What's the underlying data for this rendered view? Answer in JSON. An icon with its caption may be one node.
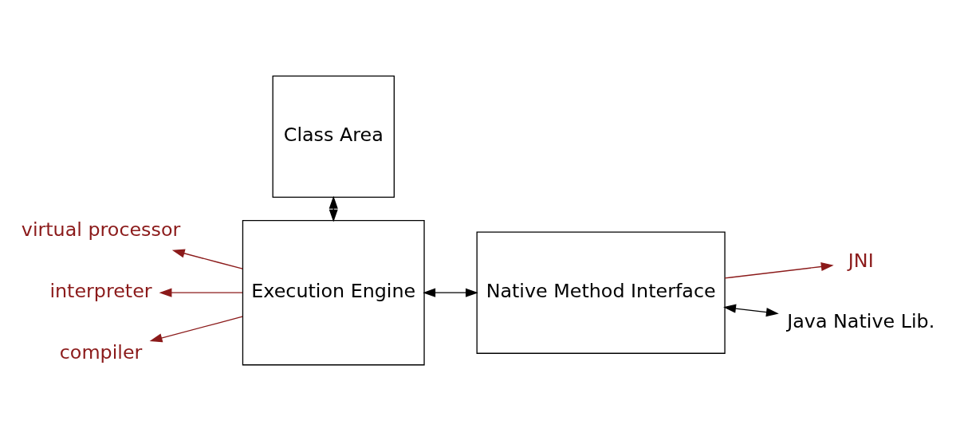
{
  "diagram": {
    "nodes": [
      {
        "text": [
          "Class Area"
        ]
      },
      {
        "text": [
          "Execution Engine"
        ]
      },
      {
        "text": [
          "Native Method Interface"
        ]
      },
      {
        "text": [
          "JNI"
        ]
      },
      {
        "text": [
          "Java Native Lib."
        ]
      },
      {
        "text": [
          "virtual processor"
        ]
      },
      {
        "text": [
          "interpreter"
        ]
      },
      {
        "text": [
          "compiler"
        ]
      }
    ],
    "edges": [
      {
        "from": 0,
        "to": 1,
        "arrow": "both",
        "color": "#000000"
      },
      {
        "from": 1,
        "to": 2,
        "arrow": "both",
        "color": "#000000"
      },
      {
        "from": 2,
        "to": 3,
        "arrow": "to",
        "color": "#8b1a1a"
      },
      {
        "from": 2,
        "to": 4,
        "arrow": "both",
        "color": "#000000"
      },
      {
        "from": 1,
        "to": 5,
        "arrow": "to",
        "color": "#8b1a1a"
      },
      {
        "from": 1,
        "to": 6,
        "arrow": "to",
        "color": "#8b1a1a"
      },
      {
        "from": 1,
        "to": 7,
        "arrow": "to",
        "color": "#8b1a1a"
      }
    ]
  }
}
